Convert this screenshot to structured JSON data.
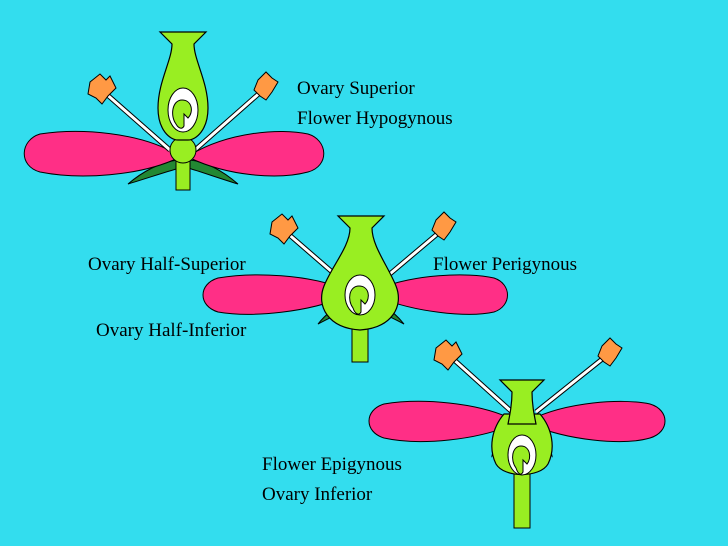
{
  "colors": {
    "background": "#33ddee",
    "petal": "#ff2f86",
    "receptacle": "#99ee22",
    "sepal": "#228833",
    "anther": "#ff9944",
    "filament": "#ffffff",
    "ovule": "#ffffff",
    "outline": "#000000"
  },
  "diagram1": {
    "label_ovary": "Ovary Superior",
    "label_flower": "Flower Hypogynous"
  },
  "diagram2": {
    "label_left_top": "Ovary Half-Superior",
    "label_left_bottom": "Ovary Half-Inferior",
    "label_right": "Flower Perigynous"
  },
  "diagram3": {
    "label_flower": "Flower Epigynous",
    "label_ovary": "Ovary Inferior"
  }
}
